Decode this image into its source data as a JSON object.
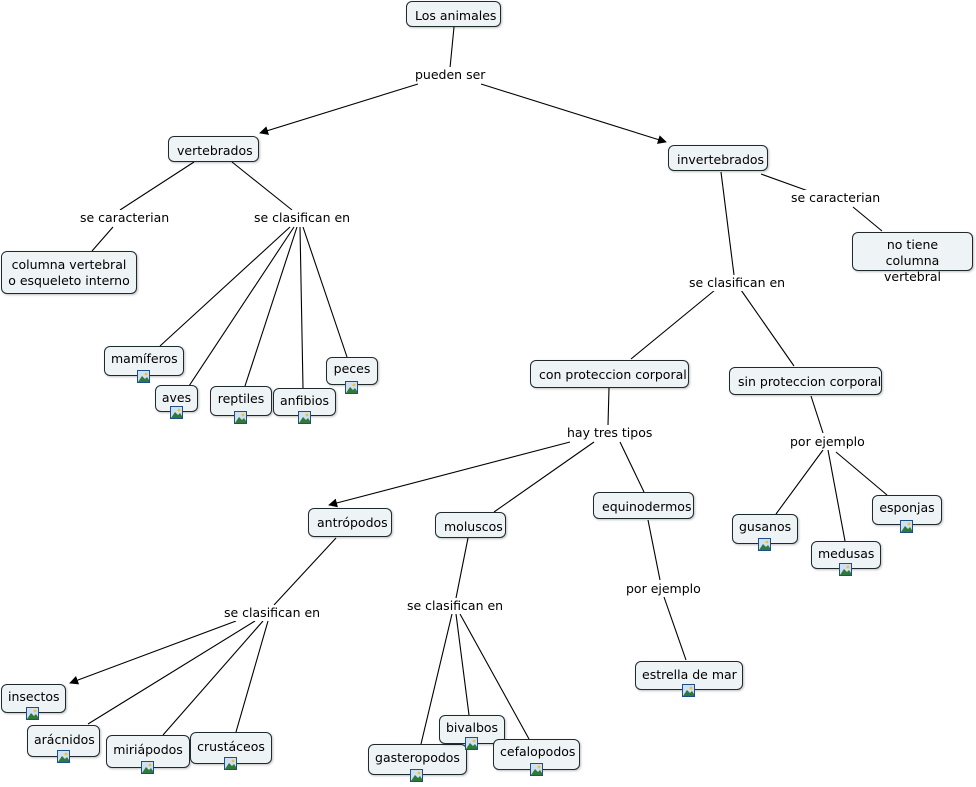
{
  "nodes": {
    "root": "Los animales",
    "vertebrados": "vertebrados",
    "invertebrados": "invertebrados",
    "columna": "columna vertebral o esqueleto interno",
    "no_columna": "no tiene columna vertebral",
    "mamiferos": "mamíferos",
    "aves": "aves",
    "reptiles": "reptiles",
    "anfibios": "anfibios",
    "peces": "peces",
    "con_proteccion": "con proteccion corporal",
    "sin_proteccion": "sin proteccion corporal",
    "antropodos": "antrópodos",
    "moluscos": "moluscos",
    "equinodermos": "equinodermos",
    "gusanos": "gusanos",
    "medusas": "medusas",
    "esponjas": "esponjas",
    "insectos": "insectos",
    "aracnidos": "arácnidos",
    "miriapodos": "miriápodos",
    "crustaceos": "crustáceos",
    "gasteropodos": "gasteropodos",
    "bivalbos": "bivalbos",
    "cefalopodos": "cefalopodos",
    "estrella": "estrella de mar"
  },
  "links": {
    "pueden_ser": "pueden ser",
    "vert_caracterian": "se caracterian",
    "vert_clasifican": "se clasifican en",
    "invert_caracterian": "se caracterian",
    "invert_clasifican": "se clasifican en",
    "hay_tres_tipos": "hay tres tipos",
    "sin_ejemplo": "por ejemplo",
    "antro_clasifican": "se clasifican en",
    "molus_clasifican": "se clasifican en",
    "equino_ejemplo": "por ejemplo"
  },
  "colors": {
    "node_fill": "#eef3f6",
    "node_border": "#1f2a2f",
    "line": "#000000",
    "image_icon_border": "#1b4e8a"
  },
  "icons": {
    "attached_image": "image-icon"
  }
}
